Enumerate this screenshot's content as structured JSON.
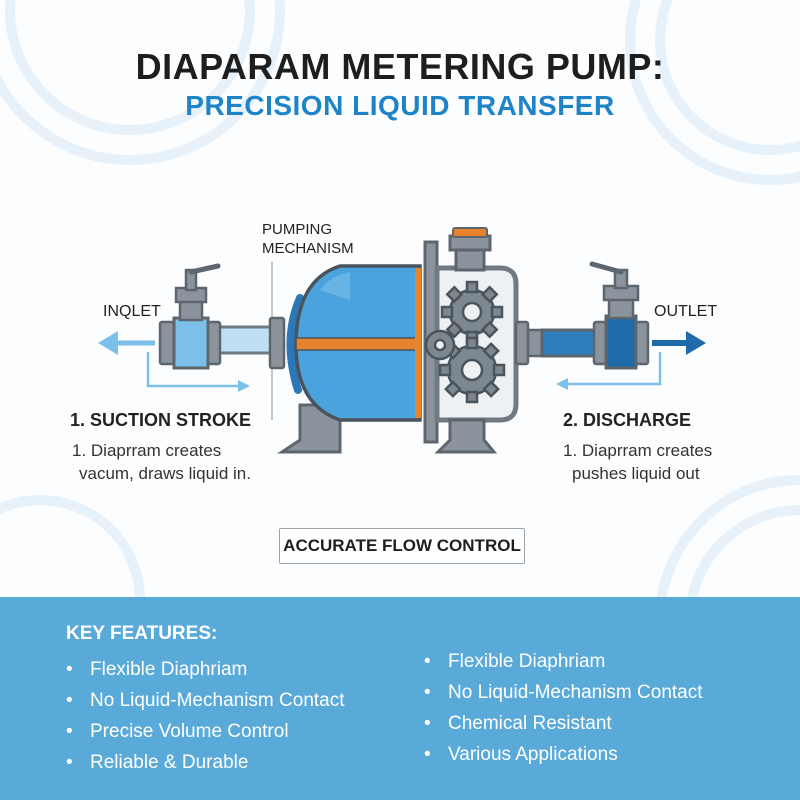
{
  "title": "DIAPARAM METERING PUMP:",
  "subtitle": "PRECISION LIQUID TRANSFER",
  "labels": {
    "mechanism_line1": "PUMPING",
    "mechanism_line2": "MECHANISM",
    "inlet": "INQLET",
    "outlet": "OUTLET"
  },
  "suction": {
    "title": "1. SUCTION STROKE",
    "line1": "1. Diaprram creates",
    "line2": "vacum, draws liquid in."
  },
  "discharge": {
    "title": "2. DISCHARGE",
    "line1": "1. Diaprram creates",
    "line2": "pushes liquid out"
  },
  "flow_control": "ACCURATE FLOW CONTROL",
  "features": {
    "heading": "KEY FEATURES:",
    "bullet": "•",
    "left": [
      "Flexible Diaphriam",
      "No Liquid-Mechanism Contact",
      "Precise Volume Control",
      "Reliable & Durable"
    ],
    "right": [
      "Flexible Diaphriam",
      "No Liquid-Mechanism Contact",
      "Chemical Resistant",
      "Various Applications"
    ]
  },
  "colors": {
    "title": "#1e1e1e",
    "subtitle": "#1f84c7",
    "pump_blue": "#4ba3dd",
    "accent_orange": "#e8822c",
    "inlet_blue": "#7cc0ea",
    "outlet_blue": "#1f6aa8",
    "metal_gray": "#7d8790",
    "features_bg": "#5aaad9"
  },
  "icons": [
    "inlet-arrow-icon",
    "outlet-arrow-icon",
    "gear-icon",
    "valve-icon"
  ]
}
